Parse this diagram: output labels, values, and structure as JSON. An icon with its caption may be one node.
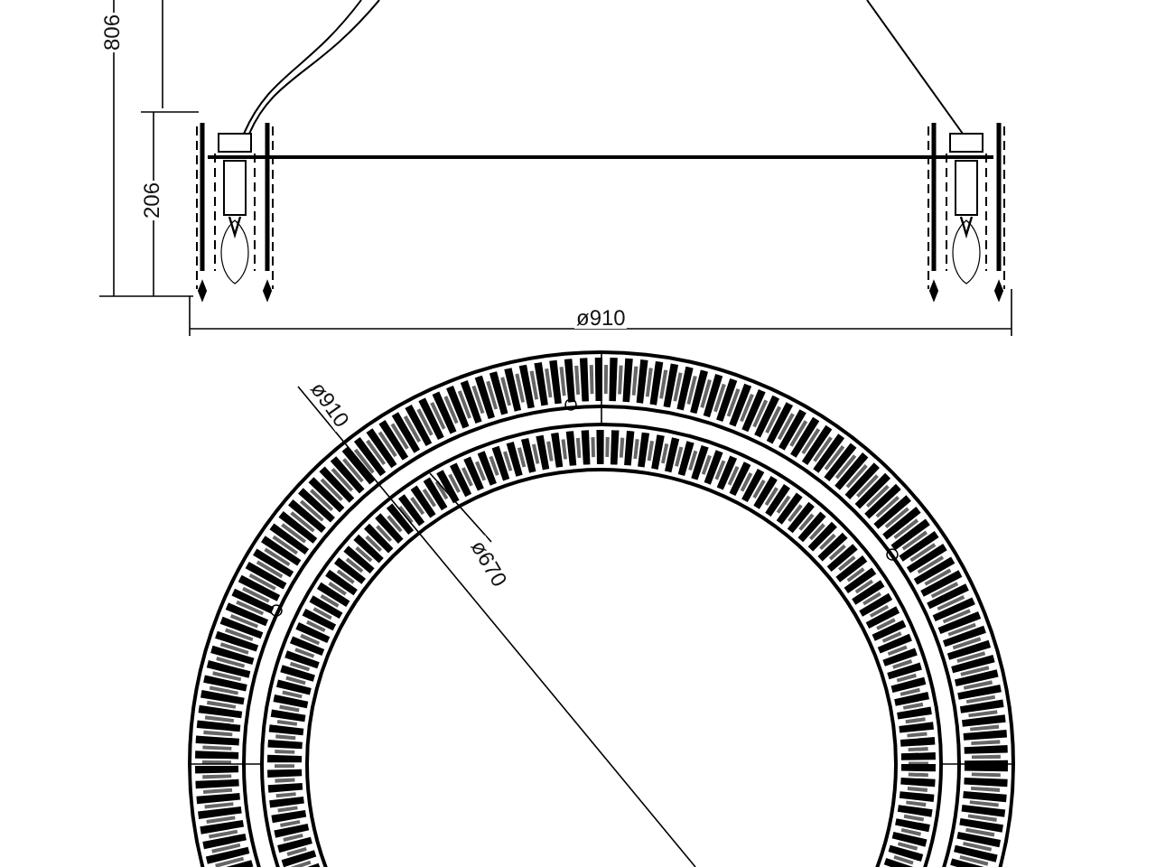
{
  "diagram": {
    "labels": [
      "806",
      "206",
      "ø910",
      "ø910",
      "ø670"
    ]
  }
}
